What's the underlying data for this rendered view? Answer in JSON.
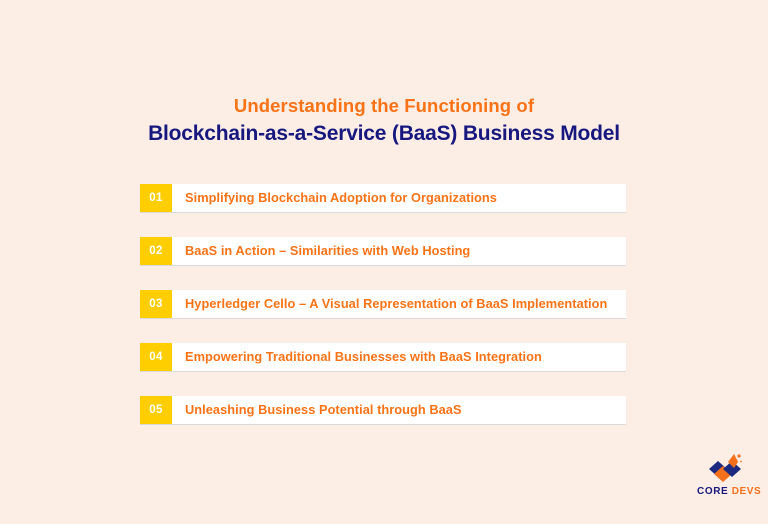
{
  "theme": {
    "background": "#FDEEE5",
    "accent_orange": "#F97316",
    "accent_navy": "#16177F",
    "badge_yellow": "#FFCE00",
    "card_white": "#FFFFFF"
  },
  "title": {
    "line1": "Understanding the Functioning of",
    "line2": "Blockchain-as-a-Service (BaaS) Business Model"
  },
  "list": {
    "items": [
      {
        "number": "01",
        "label": "Simplifying Blockchain Adoption for Organizations"
      },
      {
        "number": "02",
        "label": "BaaS in Action – Similarities with Web Hosting"
      },
      {
        "number": "03",
        "label": "Hyperledger Cello – A Visual Representation of BaaS Implementation"
      },
      {
        "number": "04",
        "label": "Empowering Traditional Businesses with BaaS Integration"
      },
      {
        "number": "05",
        "label": "Unleashing Business Potential through BaaS"
      }
    ]
  },
  "logo": {
    "mark_name": "core-devs-cube-logo-icon",
    "word_core": "CORE",
    "word_devs": "DEVS"
  }
}
